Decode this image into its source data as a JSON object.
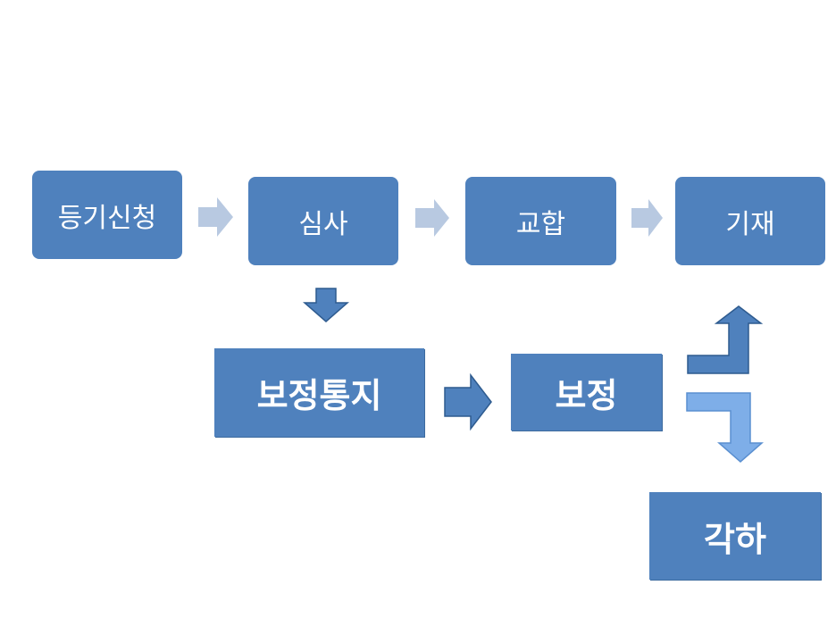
{
  "diagram": {
    "steps": {
      "application": "등기신청",
      "examination": "심사",
      "collation": "교합",
      "entry": "기재"
    },
    "correction_path": {
      "notice": "보정통지",
      "correction": "보정",
      "dismissal": "각하"
    },
    "colors": {
      "box_fill": "#4f81bd",
      "box_text": "#ffffff",
      "light_arrow": "#b8c9e1",
      "dark_arrow": "#4f81bd",
      "dark_arrow_stroke": "#2e5b8f",
      "dismiss_arrow": "#7eaee8"
    }
  }
}
